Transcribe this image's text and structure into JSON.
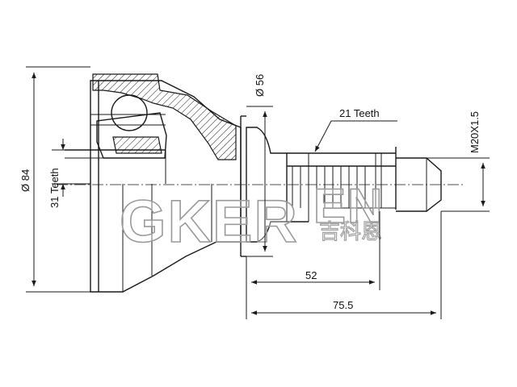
{
  "dimensions": {
    "outer_diameter": "Ø 84",
    "inner_teeth": "31 Teeth",
    "bell_diameter": "Ø 56",
    "spline_teeth": "21 Teeth",
    "thread": "M20X1.5",
    "length_spline": "52",
    "length_total": "75.5"
  },
  "watermark": {
    "brand": "GKER",
    "brand_suffix": "EN",
    "subtitle": "吉科恩"
  }
}
